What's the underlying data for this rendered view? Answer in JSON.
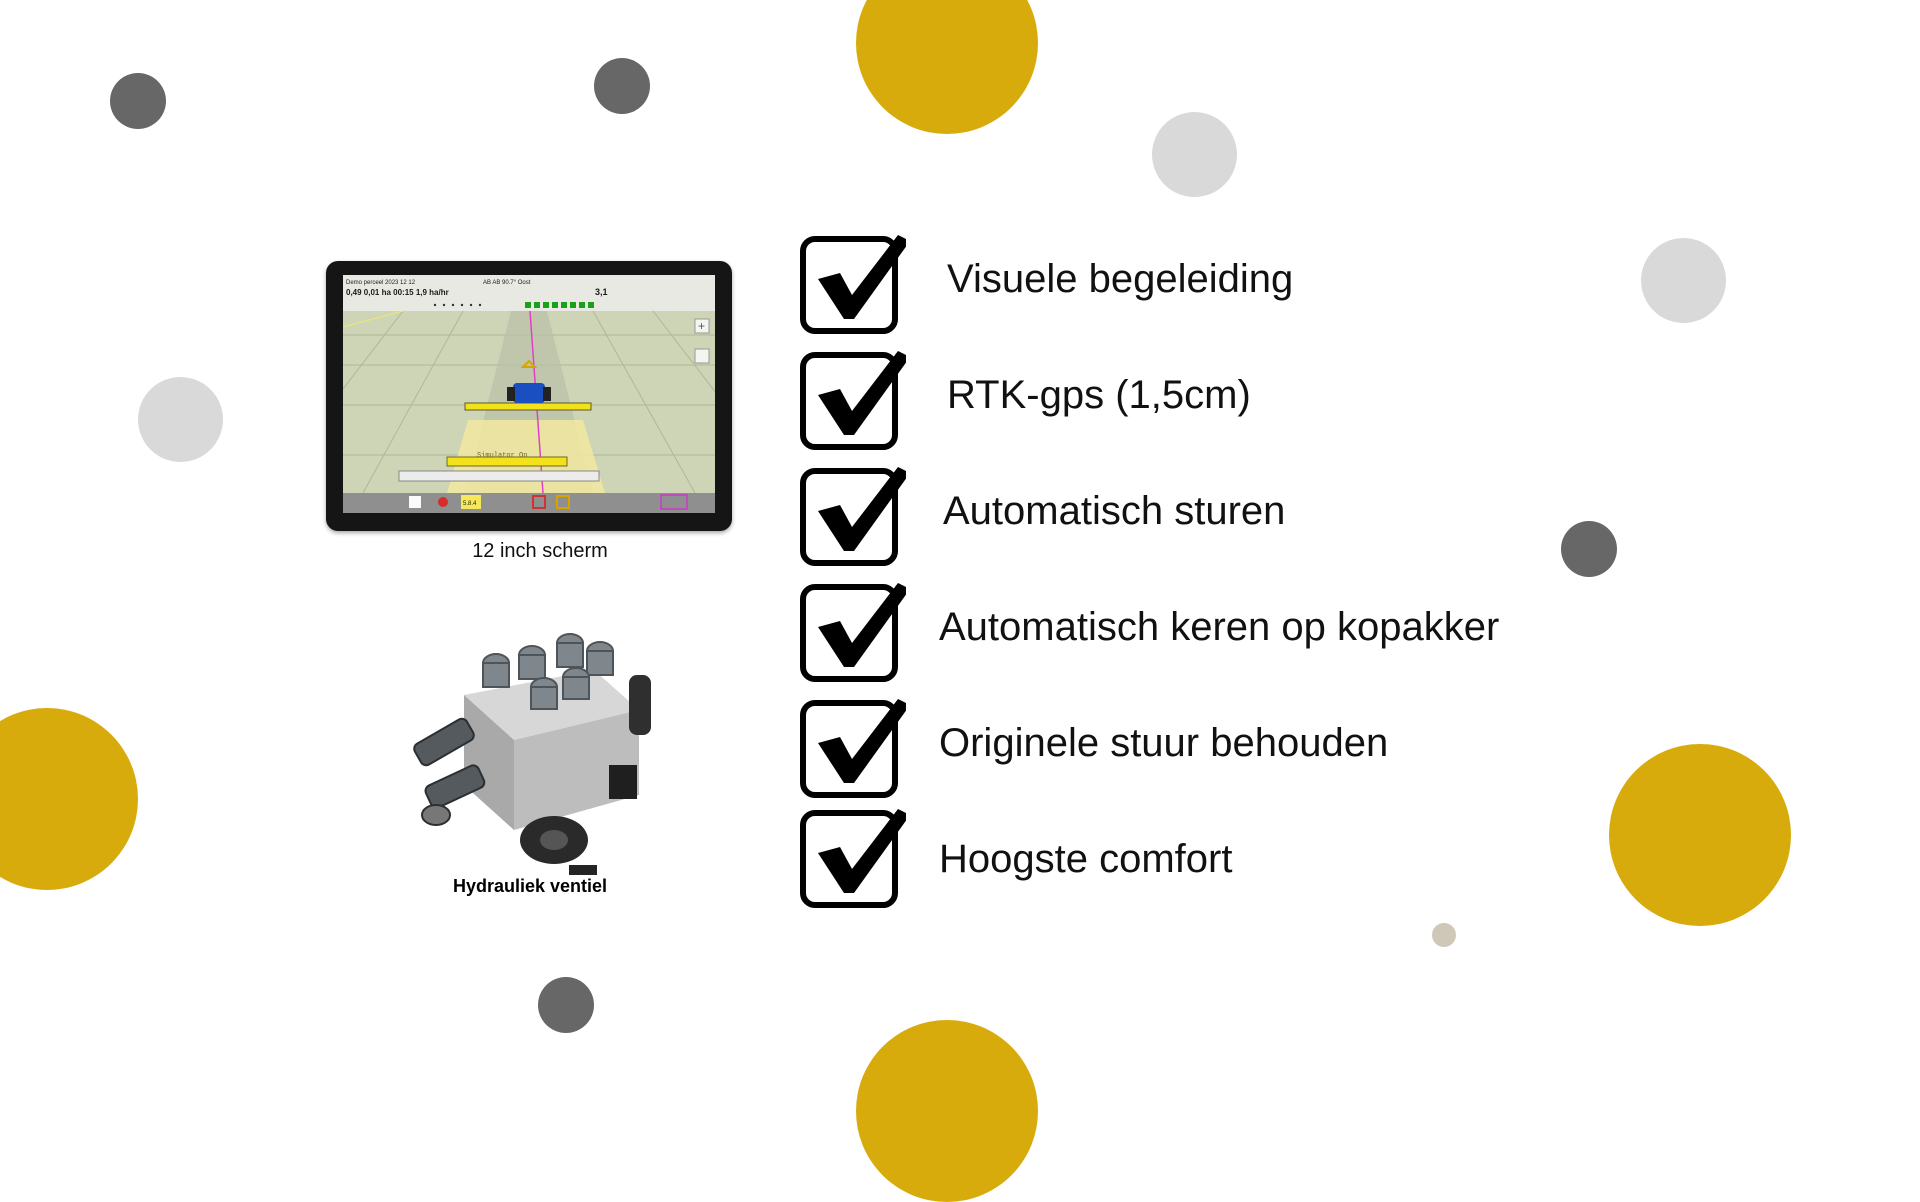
{
  "colors": {
    "gold": "#d8ab0d",
    "dark_gray": "#676767",
    "light_gray": "#d9d9da",
    "tan": "#cfc8b9",
    "text": "#111111"
  },
  "tablet": {
    "caption": "12  inch scherm",
    "screen": {
      "header_left": "Demo perceel 2023 12 12",
      "header_center": "AB AB 90.7° Oost",
      "stats": "0,49   0,01 ha    00:15   1,9 ha/hr",
      "speed": "3,1",
      "status": "Simulator On",
      "version": "5.8.4"
    }
  },
  "valve": {
    "caption": "Hydrauliek ventiel",
    "icon": "hydraulic-valve-icon"
  },
  "checklist": {
    "icon": "checkbox-checked-icon",
    "items": [
      "Visuele begeleiding",
      "RTK-gps (1,5cm)",
      "Automatisch sturen",
      "Automatisch keren op kopakker",
      "Originele stuur behouden",
      "Hoogste comfort"
    ]
  }
}
